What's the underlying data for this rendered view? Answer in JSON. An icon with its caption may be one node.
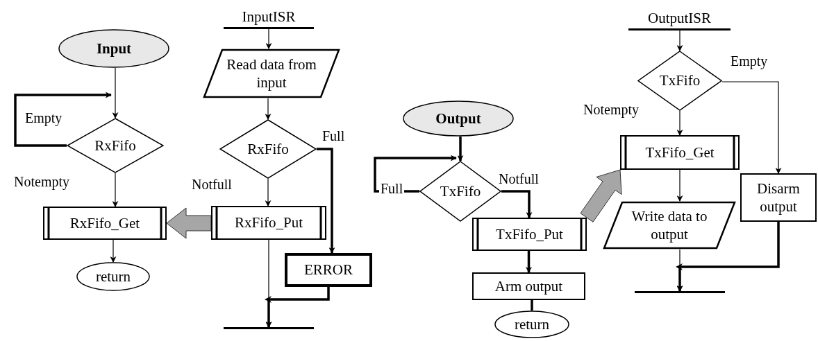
{
  "diagram": {
    "nodes": [
      {
        "text": [
          "Input"
        ]
      },
      {
        "text": [
          "RxFifo"
        ]
      },
      {
        "text": [
          "RxFifo_Get"
        ]
      },
      {
        "text": [
          "return"
        ]
      },
      {
        "text": [
          "InputISR"
        ]
      },
      {
        "text": [
          "Read data from input"
        ]
      },
      {
        "text": [
          "RxFifo"
        ]
      },
      {
        "text": [
          "RxFifo_Put"
        ]
      },
      {
        "text": [
          "ERROR"
        ]
      },
      {
        "text": [],
        "shape": "bar"
      },
      {
        "text": [
          "Output"
        ]
      },
      {
        "text": [
          "TxFifo"
        ]
      },
      {
        "text": [
          "TxFifo_Put"
        ]
      },
      {
        "text": [
          "Arm output"
        ]
      },
      {
        "text": [
          "return"
        ]
      },
      {
        "text": [
          "OutputISR"
        ]
      },
      {
        "text": [
          "TxFifo"
        ]
      },
      {
        "text": [
          "TxFifo_Get"
        ]
      },
      {
        "text": [
          "Write data to output"
        ]
      },
      {
        "text": [
          "Disarm output"
        ]
      },
      {
        "text": [],
        "shape": "bar"
      }
    ],
    "edges": [
      {
        "from": 0,
        "to": 1,
        "arrow": "to"
      },
      {
        "from": 1,
        "to": 1,
        "arrow": "to",
        "label": "Empty",
        "style": "thick"
      },
      {
        "from": 1,
        "to": 2,
        "arrow": "to",
        "label": "Notempty"
      },
      {
        "from": 2,
        "to": 3,
        "arrow": "to"
      },
      {
        "from": 4,
        "to": 5,
        "arrow": "to"
      },
      {
        "from": 5,
        "to": 6,
        "arrow": "to"
      },
      {
        "from": 6,
        "to": 7,
        "arrow": "to",
        "label": "Notfull"
      },
      {
        "from": 6,
        "to": 8,
        "arrow": "to",
        "label": "Full",
        "style": "thick"
      },
      {
        "from": 7,
        "to": 9,
        "arrow": "to"
      },
      {
        "from": 8,
        "to": 9,
        "arrow": "to",
        "style": "thick"
      },
      {
        "from": 7,
        "to": 2,
        "arrow": "to",
        "style": "thick",
        "color": "#a6a6a6"
      },
      {
        "from": 10,
        "to": 11,
        "arrow": "to",
        "style": "thick"
      },
      {
        "from": 11,
        "to": 11,
        "arrow": "to",
        "label": "Full",
        "style": "thick"
      },
      {
        "from": 11,
        "to": 12,
        "arrow": "to",
        "label": "Notfull",
        "style": "thick"
      },
      {
        "from": 12,
        "to": 13,
        "arrow": "to",
        "style": "thick"
      },
      {
        "from": 13,
        "to": 14,
        "arrow": "none",
        "style": "thick"
      },
      {
        "from": 12,
        "to": 17,
        "arrow": "to",
        "style": "thick",
        "color": "#a6a6a6"
      },
      {
        "from": 15,
        "to": 16,
        "arrow": "to"
      },
      {
        "from": 16,
        "to": 17,
        "arrow": "to",
        "label": "Notempty"
      },
      {
        "from": 16,
        "to": 19,
        "arrow": "to",
        "label": "Empty"
      },
      {
        "from": 17,
        "to": 18,
        "arrow": "to"
      },
      {
        "from": 18,
        "to": 20,
        "arrow": "to"
      },
      {
        "from": 19,
        "to": 20,
        "arrow": "to",
        "style": "thick"
      }
    ]
  }
}
